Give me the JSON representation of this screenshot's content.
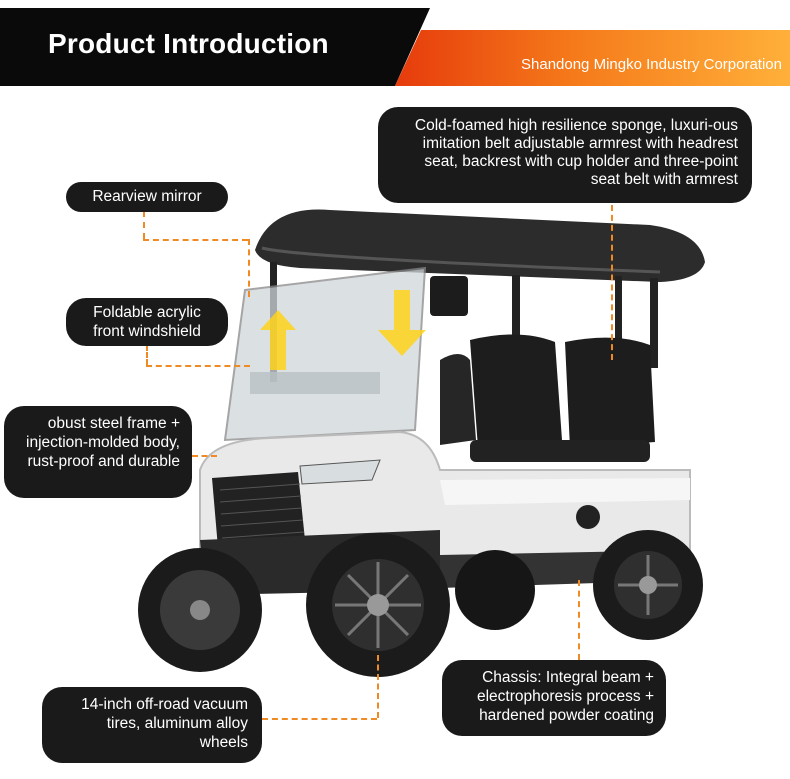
{
  "header": {
    "title": "Product Introduction",
    "company": "Shandong Mingko Industry Corporation"
  },
  "callouts": {
    "seat": "Cold-foamed high resilience sponge, luxuri-ous imitation belt adjustable armrest with headrest seat, backrest with cup holder and three-point seat belt with armrest",
    "mirror": "Rearview mirror",
    "windshield": "Foldable acrylic front windshield",
    "frame": "obust steel frame + injection-molded body, rust-proof and durable",
    "tires": "14-inch off-road vacuum tires, aluminum alloy wheels",
    "chassis": "Chassis: Integral beam + electrophoresis process + hardened powder coating"
  },
  "colors": {
    "accent": "#f08a24",
    "callout_bg": "#1a1a1a",
    "roof": "#2b2b2b",
    "body": "#e9e9e9"
  }
}
